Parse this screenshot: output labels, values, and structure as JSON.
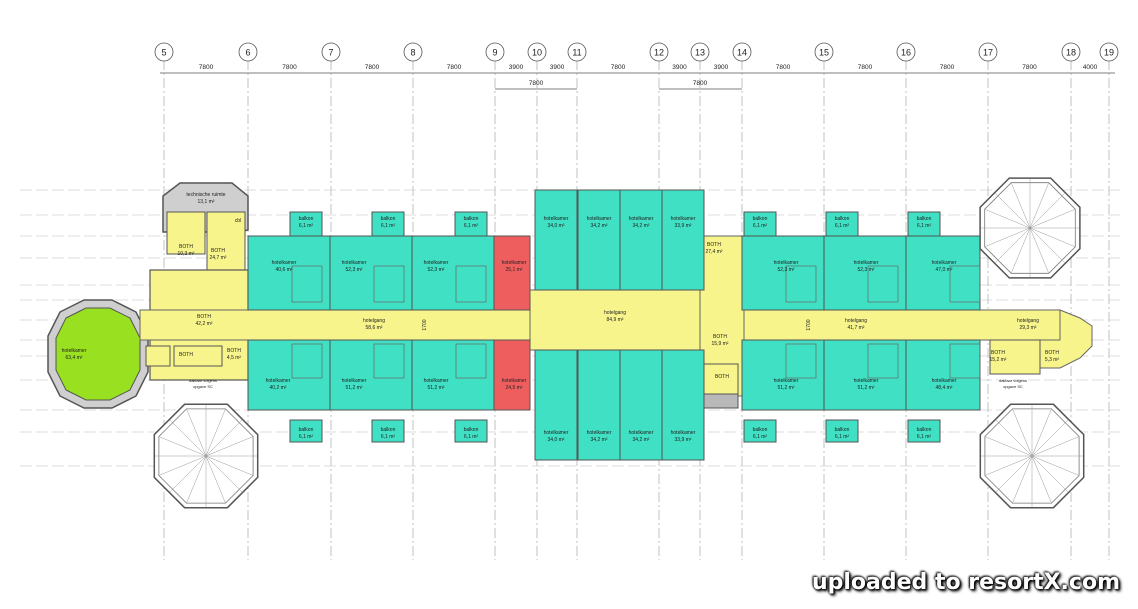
{
  "colors": {
    "hotelkamer": "#40e0c4",
    "suite": "#98e020",
    "gang": "#f6f48a",
    "red": "#ef5e5e",
    "grey": "#b8b8b8",
    "line": "#8a8a8a"
  },
  "axes": {
    "labels": [
      "5",
      "6",
      "7",
      "8",
      "9",
      "10",
      "11",
      "12",
      "13",
      "14",
      "15",
      "16",
      "17",
      "18",
      "19"
    ],
    "spans": [
      "7800",
      "7800",
      "7800",
      "7800",
      "3900",
      "3900",
      "7800",
      "3900",
      "3900",
      "7800",
      "7800",
      "7800",
      "7800",
      "4000"
    ],
    "group_spans": [
      "7800",
      "7800"
    ]
  },
  "rooms": {
    "tower_top": {
      "name": "technische ruimte",
      "area": "13,1 m²"
    },
    "both_103": {
      "name": "BOTH",
      "area": "10,3 m²"
    },
    "both_247": {
      "name": "BOTH",
      "area": "24,7 m²"
    },
    "cbl": "cbl",
    "both_422": {
      "name": "BOTH",
      "area": "42,2 m²"
    },
    "suite": {
      "name": "hotelkamer",
      "area": "63,4 m²"
    },
    "both_small": "BOTH",
    "both_45": {
      "name": "BOTH",
      "area": "4,5 m²"
    },
    "ext_note_left": [
      "daklaar volgens",
      "opgave SC"
    ],
    "top_rooms": [
      {
        "name": "hotelkamer",
        "area": "40,6 m²"
      },
      {
        "name": "hotelkamer",
        "area": "52,3 m²"
      },
      {
        "name": "hotelkamer",
        "area": "52,3 m²"
      },
      {
        "name": "hotelkamer",
        "area": "25,1 m²"
      },
      {
        "name": "hotelkamer",
        "area": "52,3 m²"
      },
      {
        "name": "hotelkamer",
        "area": "52,3 m²"
      },
      {
        "name": "hotelkamer",
        "area": "47,0 m²"
      }
    ],
    "bottom_rooms": [
      {
        "name": "hotelkamer",
        "area": "40,2 m²"
      },
      {
        "name": "hotelkamer",
        "area": "51,2 m²"
      },
      {
        "name": "hotelkamer",
        "area": "51,2 m²"
      },
      {
        "name": "hotelkamer",
        "area": "24,5 m²"
      },
      {
        "name": "hotelkamer",
        "area": "51,2 m²"
      },
      {
        "name": "hotelkamer",
        "area": "51,2 m²"
      },
      {
        "name": "hotelkamer",
        "area": "48,4 m²"
      }
    ],
    "center_top": [
      {
        "name": "hotelkamer",
        "area": "34,0 m²"
      },
      {
        "name": "hotelkamer",
        "area": "34,2 m²"
      },
      {
        "name": "hotelkamer",
        "area": "34,2 m²"
      },
      {
        "name": "hotelkamer",
        "area": "33,9 m²"
      }
    ],
    "center_bottom": [
      {
        "name": "hotelkamer",
        "area": "34,0 m²"
      },
      {
        "name": "hotelkamer",
        "area": "34,2 m²"
      },
      {
        "name": "hotelkamer",
        "area": "34,2 m²"
      },
      {
        "name": "hotelkamer",
        "area": "33,9 m²"
      }
    ],
    "balcony_top": [
      {
        "name": "balkon",
        "area": "6,1 m²"
      },
      {
        "name": "balkon",
        "area": "6,1 m²"
      },
      {
        "name": "balkon",
        "area": "6,1 m²"
      },
      {
        "name": "balkon",
        "area": "6,1 m²"
      },
      {
        "name": "balkon",
        "area": "6,1 m²"
      },
      {
        "name": "balkon",
        "area": "6,1 m²"
      }
    ],
    "balcony_bottom": [
      {
        "name": "balkon",
        "area": "6,1 m²"
      },
      {
        "name": "balkon",
        "area": "6,1 m²"
      },
      {
        "name": "balkon",
        "area": "6,1 m²"
      },
      {
        "name": "balkon",
        "area": "6,1 m²"
      },
      {
        "name": "balkon",
        "area": "6,1 m²"
      },
      {
        "name": "balkon",
        "area": "6,1 m²"
      }
    ],
    "gang_left": {
      "name": "hotelgang",
      "area": "58,6 m²"
    },
    "gang_center": {
      "name": "hotelgang",
      "area": "84,9 m²"
    },
    "gang_right": {
      "name": "hotelgang",
      "area": "41,7 m²"
    },
    "gang_far_right": {
      "name": "hotelgang",
      "area": "29,3 m²"
    },
    "both_274": {
      "name": "BOTH",
      "area": "27,4 m²"
    },
    "both_159": {
      "name": "BOTH",
      "area": "15,9 m²"
    },
    "both_right_a": {
      "name": "BOTH",
      "area": "15,2 m²"
    },
    "both_right_b": {
      "name": "BOTH",
      "area": "5,3 m²"
    },
    "both_lift": "BOTH",
    "ext_note_right": [
      "daklaar volgens",
      "opgave SC"
    ],
    "dim_1700": "1700"
  },
  "watermark": "uploaded to resortX.com"
}
